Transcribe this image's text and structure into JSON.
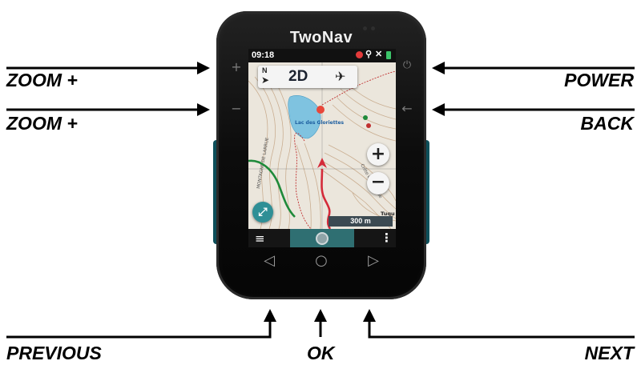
{
  "device": {
    "brand": "TwoNav",
    "screen": {
      "time": "09:18",
      "mode": "2D",
      "north": "N",
      "scale": "300 m",
      "map_labels": {
        "lake": "Lac des Gloriettes",
        "ridge": "MONTAGNE DE LARRUE",
        "crest": "Crête de la Tuque",
        "peak": "Tuqu"
      }
    },
    "hw_buttons": {
      "zoom_in_symbol": "+",
      "zoom_out_symbol": "−",
      "power_symbol": "⏻",
      "back_symbol": "←"
    }
  },
  "labels": {
    "zoom_in": "ZOOM +",
    "zoom_out": "ZOOM +",
    "power": "POWER",
    "back": "BACK",
    "previous": "PREVIOUS",
    "ok": "OK",
    "next": "NEXT"
  },
  "colors": {
    "accent_teal": "#2f8f96",
    "track_red": "#d42b3a",
    "trail_green": "#1f8a3a"
  }
}
